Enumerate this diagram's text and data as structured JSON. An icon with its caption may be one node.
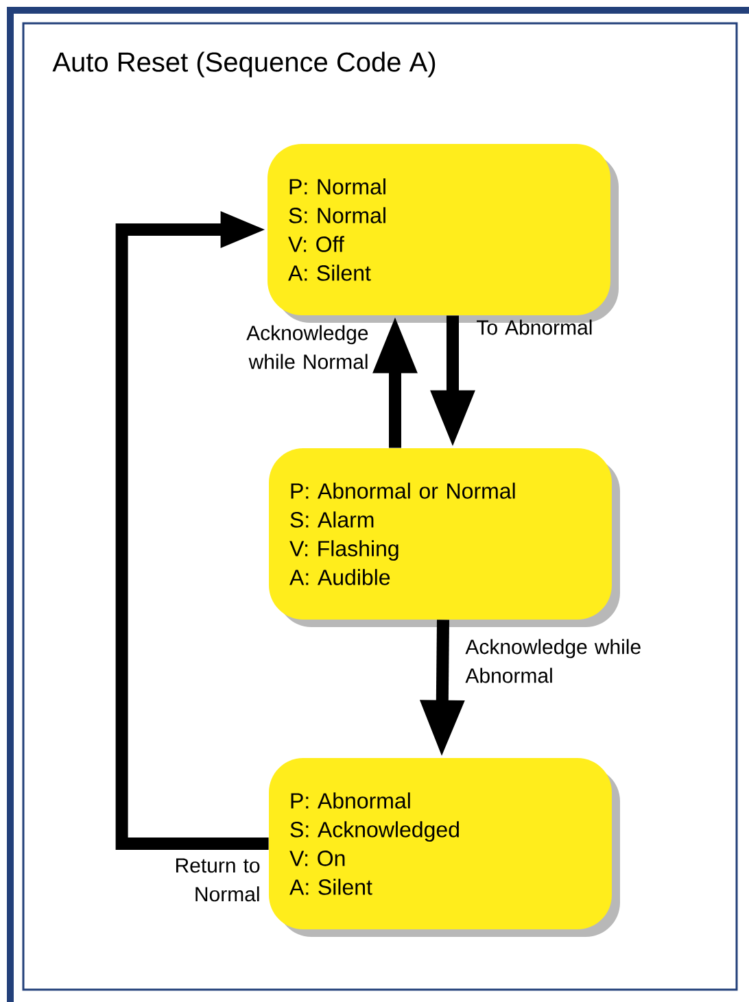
{
  "diagram": {
    "title": "Auto Reset (Sequence Code A)",
    "nodes": [
      {
        "text": [
          "P: Normal",
          "S: Normal",
          "V: Off",
          "A: Silent"
        ]
      },
      {
        "text": [
          "P: Abnormal or Normal",
          "S: Alarm",
          "V: Flashing",
          "A: Audible"
        ]
      },
      {
        "text": [
          "P: Abnormal",
          "S: Acknowledged",
          "V: On",
          "A: Silent"
        ]
      }
    ],
    "edges": [
      {
        "from": 0,
        "to": 1,
        "arrow": "to",
        "label": "To Abnormal"
      },
      {
        "from": 1,
        "to": 0,
        "arrow": "to",
        "label": "Acknowledge while Normal"
      },
      {
        "from": 1,
        "to": 2,
        "arrow": "to",
        "label": "Acknowledge while Abnormal"
      },
      {
        "from": 2,
        "to": 0,
        "arrow": "to",
        "label": "Return to Normal"
      }
    ]
  }
}
